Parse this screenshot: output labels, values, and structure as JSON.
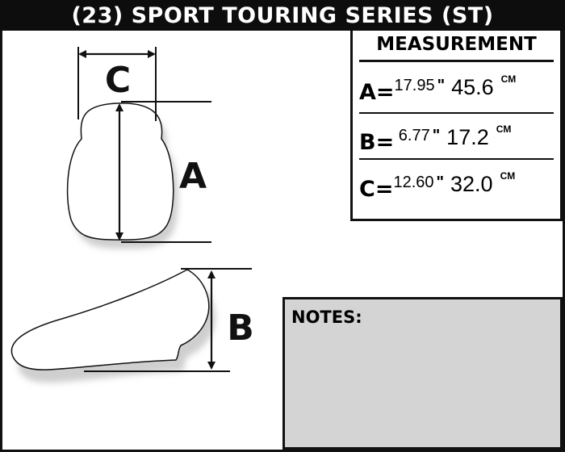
{
  "title": "(23) SPORT TOURING SERIES  (ST)",
  "measurement": {
    "heading": "MEASUREMENT",
    "rows": [
      {
        "letter": "A=",
        "inches": "17.95",
        "inch_mark": "\"",
        "cm": "45.6",
        "cm_unit": "CM"
      },
      {
        "letter": "B=",
        "inches": " 6.77",
        "inch_mark": "\"",
        "cm": "17.2",
        "cm_unit": "CM"
      },
      {
        "letter": "C=",
        "inches": "12.60",
        "inch_mark": "\"",
        "cm": "32.0",
        "cm_unit": "CM"
      }
    ]
  },
  "notes": {
    "label": "NOTES:"
  },
  "diagram": {
    "label_a": "A",
    "label_b": "B",
    "label_c": "C"
  }
}
